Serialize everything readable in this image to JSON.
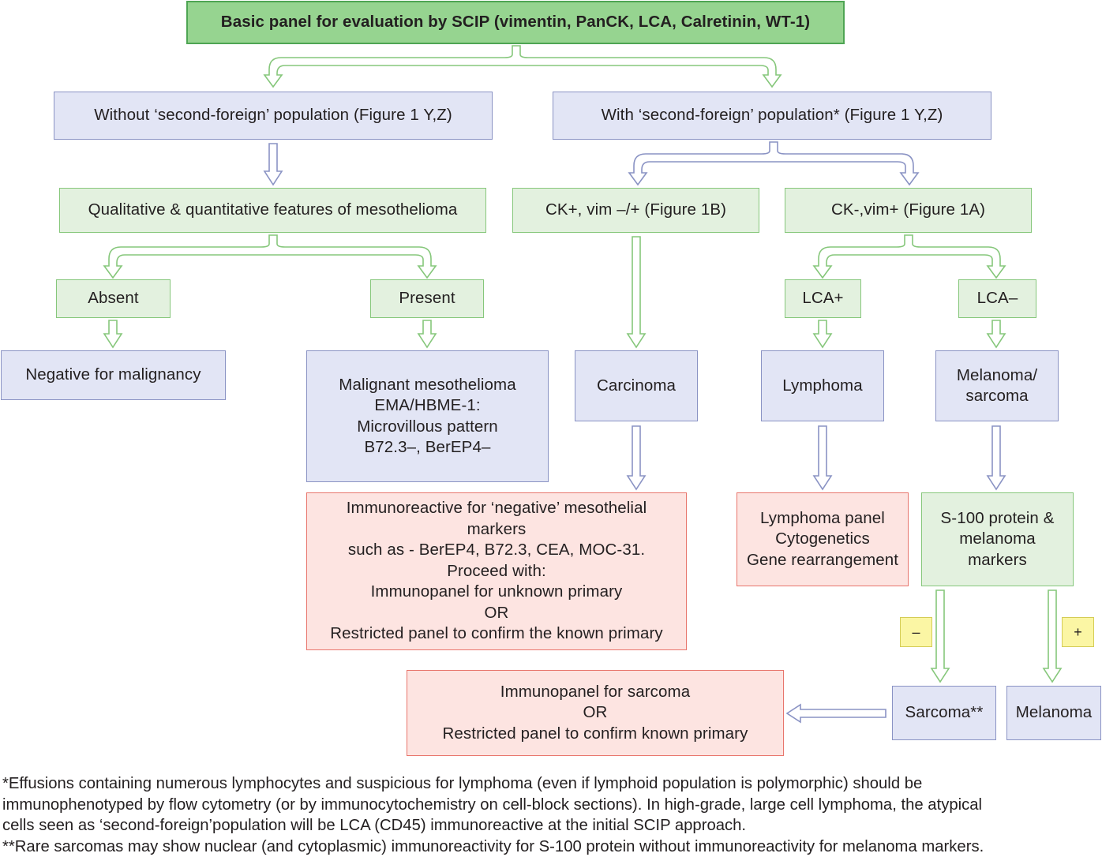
{
  "title": "Basic panel for evaluation by SCIP (vimentin, PanCK, LCA, Calretinin, WT-1)",
  "without_population": "Without ‘second-foreign’ population (Figure 1 Y,Z)",
  "with_population": "With ‘second-foreign’ population* (Figure 1 Y,Z)",
  "features": "Qualitative & quantitative features of mesothelioma",
  "ck_pos": "CK+, vim –/+ (Figure 1B)",
  "ck_neg": "CK-,vim+ (Figure 1A)",
  "absent": "Absent",
  "present": "Present",
  "lca_pos": "LCA+",
  "lca_neg": "LCA–",
  "negative": "Negative for malignancy",
  "mesothelioma": [
    "Malignant mesothelioma",
    "EMA/HBME-1:",
    "Microvillous pattern",
    "B72.3–, BerEP4–"
  ],
  "carcinoma": "Carcinoma",
  "lymphoma": "Lymphoma",
  "melanoma_sarcoma": [
    "Melanoma/",
    "sarcoma"
  ],
  "immunoreactive": [
    "Immunoreactive for ‘negative’ mesothelial",
    "markers",
    "such as - BerEP4, B72.3, CEA, MOC-31.",
    "Proceed with:",
    "Immunopanel for unknown primary",
    "OR",
    "Restricted panel to confirm the known primary"
  ],
  "lymphoma_panel": [
    "Lymphoma panel",
    "Cytogenetics",
    "Gene rearrangement"
  ],
  "s100": [
    "S-100 protein &",
    "melanoma",
    "markers"
  ],
  "minus": "–",
  "plus": "+",
  "sarcoma_panel": [
    "Immunopanel for sarcoma",
    "OR",
    "Restricted panel to confirm known primary"
  ],
  "sarcoma": "Sarcoma**",
  "melanoma": "Melanoma",
  "footnotes": [
    "*Effusions containing numerous lymphocytes and suspicious for lymphoma (even if lymphoid population is polymorphic) should be",
    "immunophenotyped by flow cytometry (or by immunocytochemistry on cell-block sections). In high-grade, large cell lymphoma, the atypical",
    "cells seen as ‘second-foreign’population will be LCA (CD45) immunoreactive at the initial SCIP approach.",
    "**Rare sarcomas may show nuclear (and cytoplasmic) immunoreactivity for S-100 protein without immunoreactivity for melanoma markers."
  ],
  "colors": {
    "green_fill": "#e3f1df",
    "green_border": "#86c77b",
    "blue_fill": "#e2e5f5",
    "blue_border": "#8a93c4",
    "red_fill": "#fde4e1",
    "red_border": "#e8756c",
    "yellow_fill": "#fbf6a4",
    "title_fill": "#96d490"
  }
}
